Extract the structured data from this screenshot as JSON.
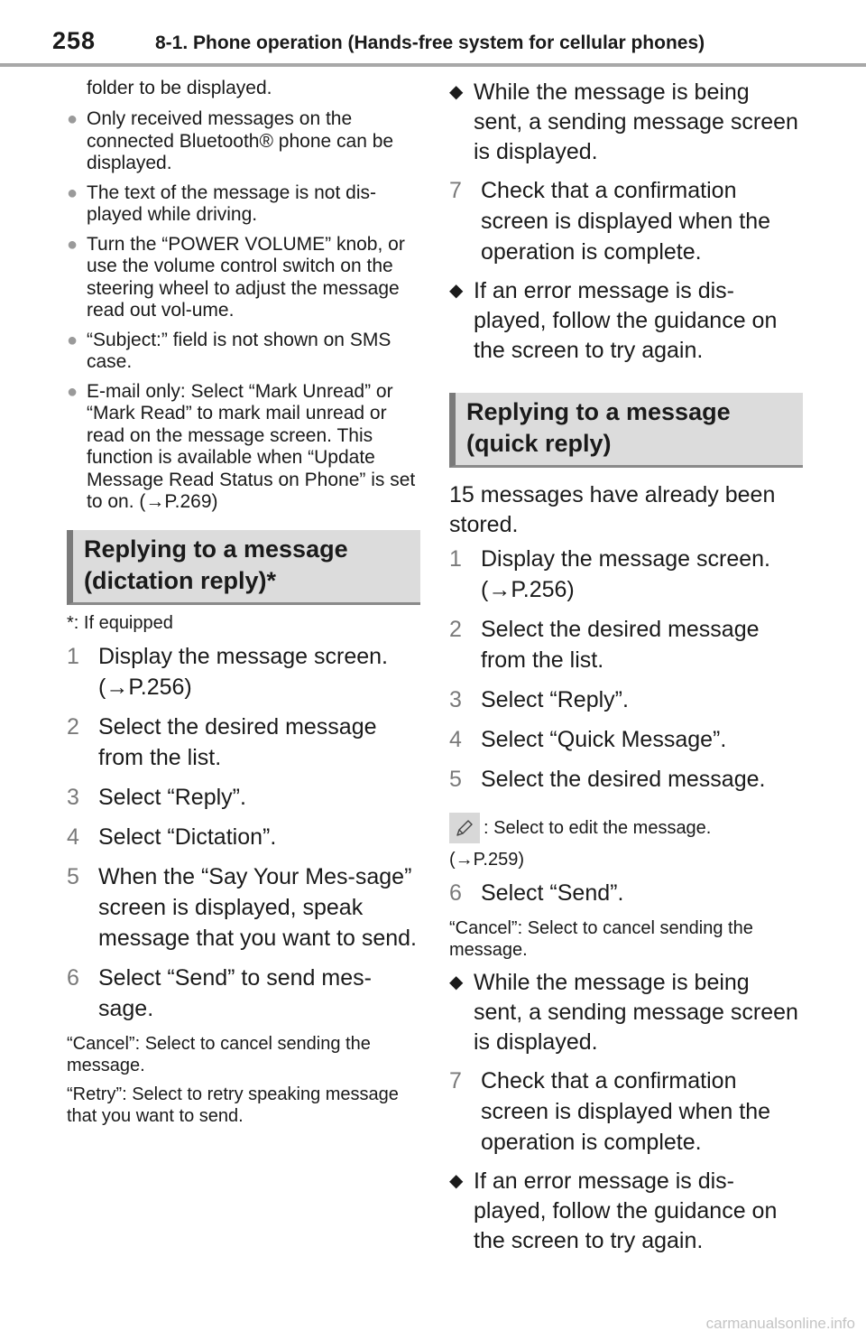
{
  "header": {
    "page_number": "258",
    "section_title": "8-1. Phone operation (Hands-free system for cellular phones)"
  },
  "left": {
    "intro_text": "folder to be displayed.",
    "notes": [
      "Only received messages on the connected Bluetooth® phone can be displayed.",
      "The text of the message is not dis-played while driving.",
      "Turn the “POWER VOLUME” knob, or use the volume control switch on the steering wheel to adjust the message read out vol-ume.",
      "“Subject:” field is not shown on SMS case.",
      "E-mail only: Select “Mark Unread” or “Mark Read” to mark mail unread or read on the message screen. This function is available when “Update Message Read Status on Phone” is set to on. (→P.269)"
    ],
    "heading_line1": "Replying to a message",
    "heading_line2": "(dictation reply)*",
    "footnote": "*: If equipped",
    "steps": [
      {
        "num": "1",
        "text": "Display the message screen. (→P.256)"
      },
      {
        "num": "2",
        "text": "Select the desired message from the list."
      },
      {
        "num": "3",
        "text": "Select “Reply”."
      },
      {
        "num": "4",
        "text": "Select “Dictation”."
      },
      {
        "num": "5",
        "text": "When the “Say Your Mes-sage” screen is displayed, speak message that you want to send."
      },
      {
        "num": "6",
        "text": "Select “Send” to send mes-sage."
      }
    ],
    "cancel_note": "“Cancel”: Select to cancel sending the message.",
    "retry_note": "“Retry”: Select to retry speaking message that you want to send."
  },
  "right": {
    "bullet_a": "While the message is being sent, a sending message screen is displayed.",
    "step7_num": "7",
    "step7_text": "Check that a confirmation screen is displayed when the operation is complete.",
    "bullet_b": "If an error message is dis-played, follow the guidance on the screen to try again.",
    "heading_line1": "Replying to a message",
    "heading_line2": "(quick reply)",
    "stored_text": "15 messages have already been stored.",
    "steps": [
      {
        "num": "1",
        "text": "Display the message screen. (→P.256)"
      },
      {
        "num": "2",
        "text": "Select the desired message from the list."
      },
      {
        "num": "3",
        "text": "Select “Reply”."
      },
      {
        "num": "4",
        "text": "Select “Quick Message”."
      },
      {
        "num": "5",
        "text": "Select the desired message."
      }
    ],
    "edit_note": ": Select to edit the message.",
    "edit_ref": "(→P.259)",
    "step6_num": "6",
    "step6_text": "Select “Send”.",
    "cancel_note": "“Cancel”: Select to cancel sending the message.",
    "bullet_c": "While the message is being sent, a sending message screen is displayed.",
    "step7b_num": "7",
    "step7b_text": "Check that a confirmation screen is displayed when the operation is complete.",
    "bullet_d": "If an error message is dis-played, follow the guidance on the screen to try again."
  },
  "icons": {
    "note_bullet": "●",
    "diamond_bullet": "◆",
    "edit_icon": "pencil-icon"
  },
  "watermark": "carmanualsonline.info"
}
